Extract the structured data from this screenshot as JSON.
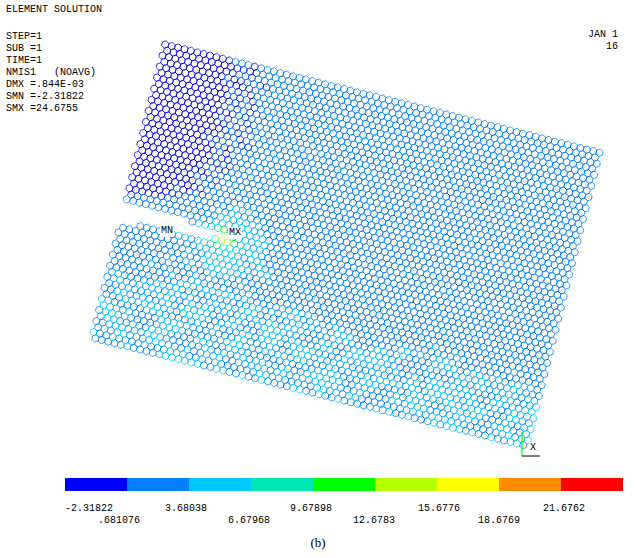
{
  "diagram": {
    "caption": "(b)",
    "labels": [
      "ELEMENT SOLUTION",
      "STEP=1",
      "SUB =1",
      "TIME=1",
      "NMIS1   (NOAVG)",
      "DMX =.844E-03",
      "SMN =-2.31822",
      "SMX =24.6755",
      "JAN 1",
      "16",
      "MN",
      "MX",
      "X",
      "-2.31822",
      ".681076",
      "3.68038",
      "6.67968",
      "9.67898",
      "12.6783",
      "15.6776",
      "18.6769",
      "21.6762"
    ]
  }
}
